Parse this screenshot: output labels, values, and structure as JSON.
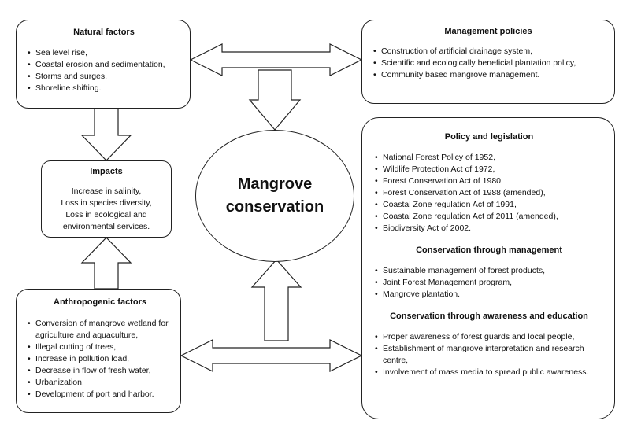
{
  "natural": {
    "title": "Natural factors",
    "items": [
      "Sea level rise,",
      "Coastal erosion and sedimentation,",
      "Storms and surges,",
      "Shoreline shifting."
    ]
  },
  "impacts": {
    "title": "Impacts",
    "lines": [
      "Increase in salinity,",
      "Loss in species diversity,",
      "Loss in ecological and",
      "environmental services."
    ]
  },
  "anthropogenic": {
    "title": "Anthropogenic factors",
    "items": [
      "Conversion of mangrove wetland for agriculture and aquaculture,",
      "Illegal cutting of trees,",
      "Increase in pollution load,",
      "Decrease in flow of fresh water,",
      "Urbanization,",
      "Development of port and harbor."
    ]
  },
  "center": {
    "line1": "Mangrove",
    "line2": "conservation"
  },
  "management": {
    "title": "Management policies",
    "items": [
      "Construction of artificial drainage system,",
      "Scientific and ecologically beneficial plantation policy,",
      "Community based mangrove management."
    ]
  },
  "policy": {
    "title": "Policy and legislation",
    "items": [
      "National Forest Policy of 1952,",
      "Wildlife Protection Act of 1972,",
      "Forest Conservation Act of 1980,",
      "Forest Conservation Act of 1988 (amended),",
      "Coastal Zone regulation Act of 1991,",
      "Coastal Zone regulation Act of 2011 (amended),",
      "Biodiversity Act of 2002."
    ]
  },
  "conservation_mgmt": {
    "title": "Conservation through management",
    "items": [
      "Sustainable management of forest products,",
      "Joint Forest Management program,",
      "Mangrove plantation."
    ]
  },
  "awareness": {
    "title": "Conservation through awareness and education",
    "items": [
      "Proper awareness of forest guards and local people,",
      "Establishment of mangrove interpretation and research centre,",
      "Involvement of mass media to spread public awareness."
    ]
  }
}
